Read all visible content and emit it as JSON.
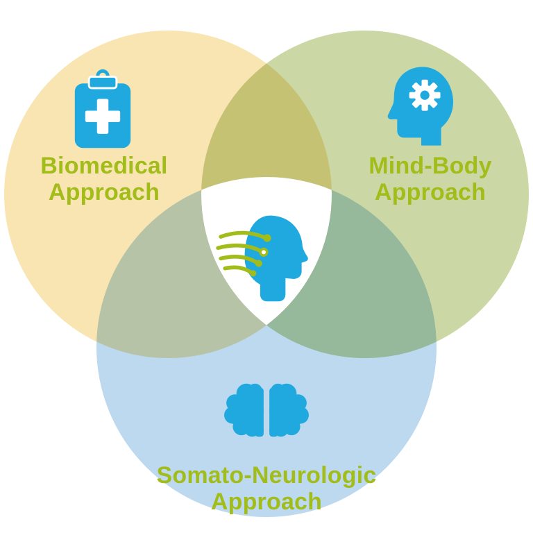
{
  "diagram": {
    "type": "venn-3",
    "accent_icon_color": "#1FA9DF",
    "label_color": "#A2BC19",
    "center": {
      "background": "#FFFFFF",
      "logo": "neurology-head-circuit-logo",
      "logo_head_color": "#1FA9DF",
      "logo_circuit_color": "#A2BC19"
    },
    "circles": [
      {
        "id": "biomedical",
        "fill": "#F8E5B2",
        "icon": "medical-clipboard-icon",
        "label": {
          "line1": "Biomedical",
          "line2": "Approach"
        }
      },
      {
        "id": "mind-body",
        "fill": "#CBD8A5",
        "icon": "head-gear-icon",
        "label": {
          "line1": "Mind-Body",
          "line2": "Approach"
        }
      },
      {
        "id": "somato-neurologic",
        "fill": "#BCD9EF",
        "icon": "brain-icon",
        "label": {
          "line1": "Somato-Neurologic",
          "line2": "Approach"
        }
      }
    ]
  }
}
